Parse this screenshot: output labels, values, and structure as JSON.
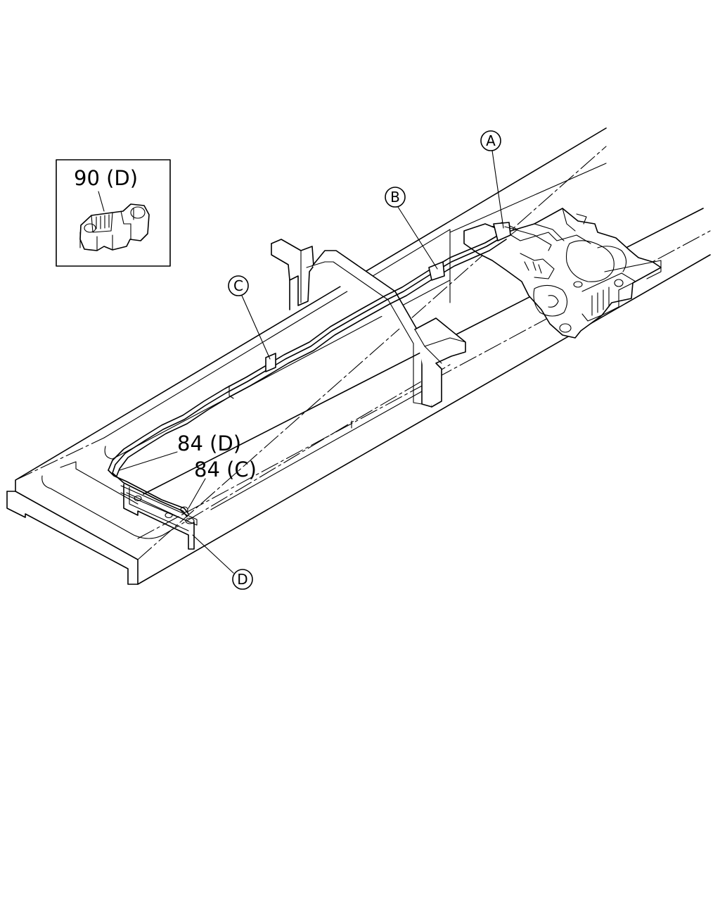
{
  "callouts": {
    "inset_label": "90 (D)",
    "label_84d": "84 (D)",
    "label_84c": "84 (C)"
  },
  "refs": {
    "a": "A",
    "b": "B",
    "c": "C",
    "d": "D"
  }
}
